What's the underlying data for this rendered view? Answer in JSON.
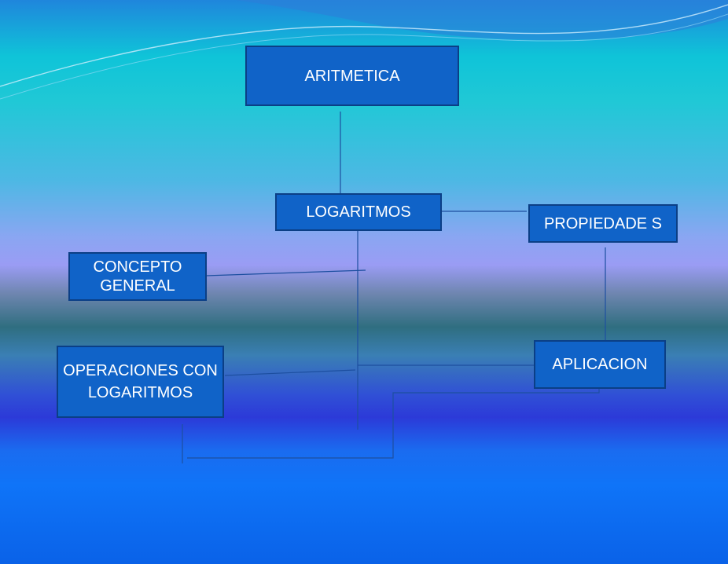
{
  "diagram": {
    "nodes": {
      "aritmetica": "ARITMETICA",
      "logaritmos": "LOGARITMOS",
      "propiedades": "PROPIEDADE S",
      "concepto": "CONCEPTO GENERAL",
      "operaciones": "OPERACIONES CON LOGARITMOS",
      "aplicacion": "APLICACION"
    }
  },
  "colors": {
    "node_fill": "#1063c8",
    "node_border": "#0b3f86",
    "node_text": "#ffffff",
    "connector": "#1d4fa0"
  }
}
